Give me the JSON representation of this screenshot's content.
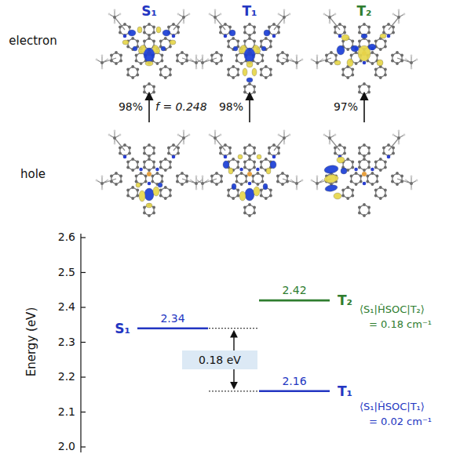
{
  "diagram": {
    "nodes": [
      {
        "text": [
          "0.18 eV"
        ]
      }
    ],
    "labels": [
      "S₁",
      "T₁",
      "T₂",
      "electron",
      "hole",
      "98%",
      "f = 0.248",
      "98%",
      "97%",
      "Energy (eV)",
      "2.6",
      "2.5",
      "2.4",
      "2.3",
      "2.2",
      "2.1",
      "2.0",
      "2.34",
      "S₁",
      "2.42",
      "T₂",
      "2.16",
      "T₁",
      "⟨S₁|ĤSOC|T₂⟩",
      "= 0.18 cm⁻¹",
      "⟨S₁|ĤSOC|T₁⟩",
      "= 0.02 cm⁻¹"
    ]
  }
}
